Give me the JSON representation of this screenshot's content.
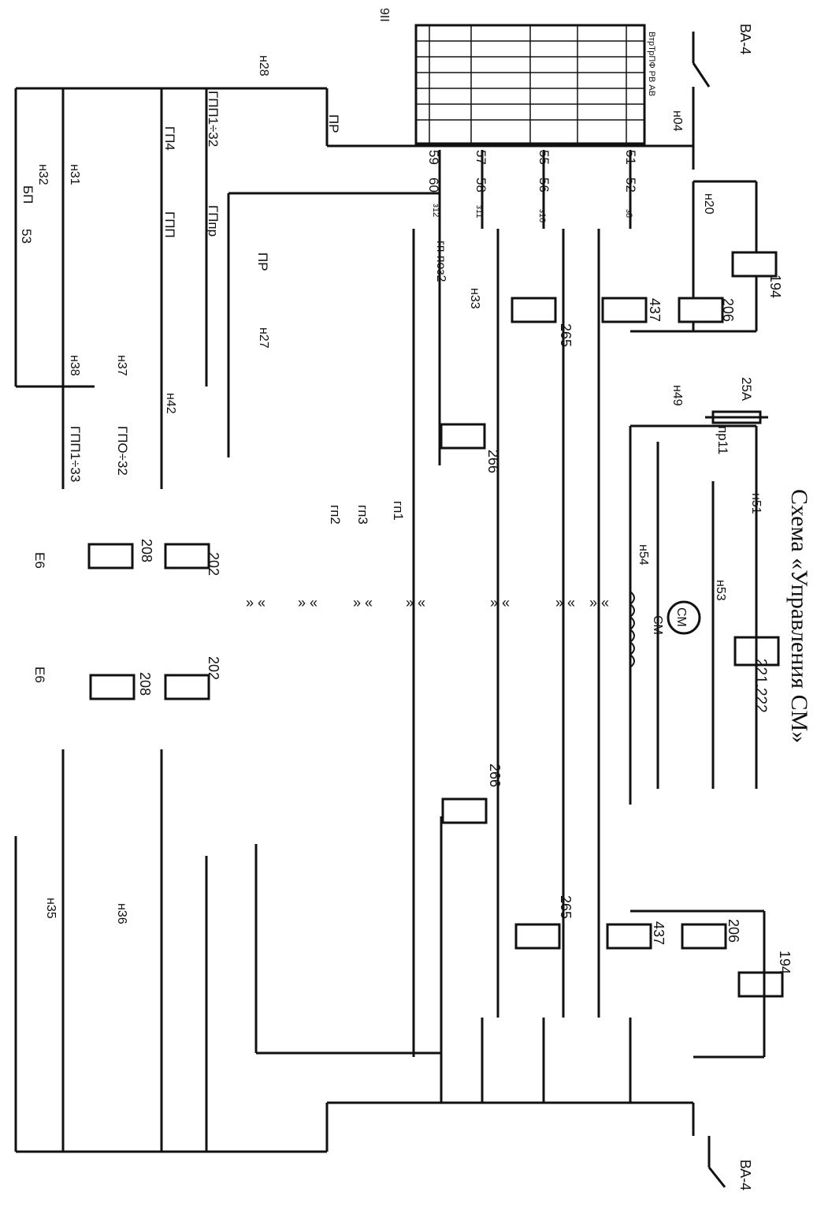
{
  "page_number": "9II",
  "title": "Схема «Управления СМ»",
  "switch_label": "ВА-4",
  "relay_numbers": [
    "221.222",
    "194",
    "206",
    "437",
    "265",
    "266",
    "202",
    "208"
  ],
  "fuse": {
    "rating": "25А",
    "name": "пр11"
  },
  "motor": {
    "armature": "СМ",
    "field": "СМ"
  },
  "wire_numbers": [
    "н04",
    "н20",
    "н27",
    "н28",
    "н31",
    "н32",
    "н33",
    "н35",
    "н36",
    "н37",
    "н38",
    "н42",
    "н49",
    "н51",
    "н53",
    "н54"
  ],
  "switch_positions": [
    "з8",
    "з10",
    "з11",
    "з12"
  ],
  "terminal_numbers": [
    "51",
    "52",
    "55",
    "56",
    "57",
    "58",
    "59",
    "60",
    "53"
  ],
  "contact_labels": [
    "ПР",
    "ГП4",
    "ГПП",
    "ГПпр",
    "ГПП1÷32",
    "ГПП1÷33",
    "ГПО÷32",
    "БП",
    "гп1",
    "гп2",
    "гп3",
    "гп поз2",
    "Е6"
  ],
  "controller_header": "ВтрТрПФ РВ АВ"
}
